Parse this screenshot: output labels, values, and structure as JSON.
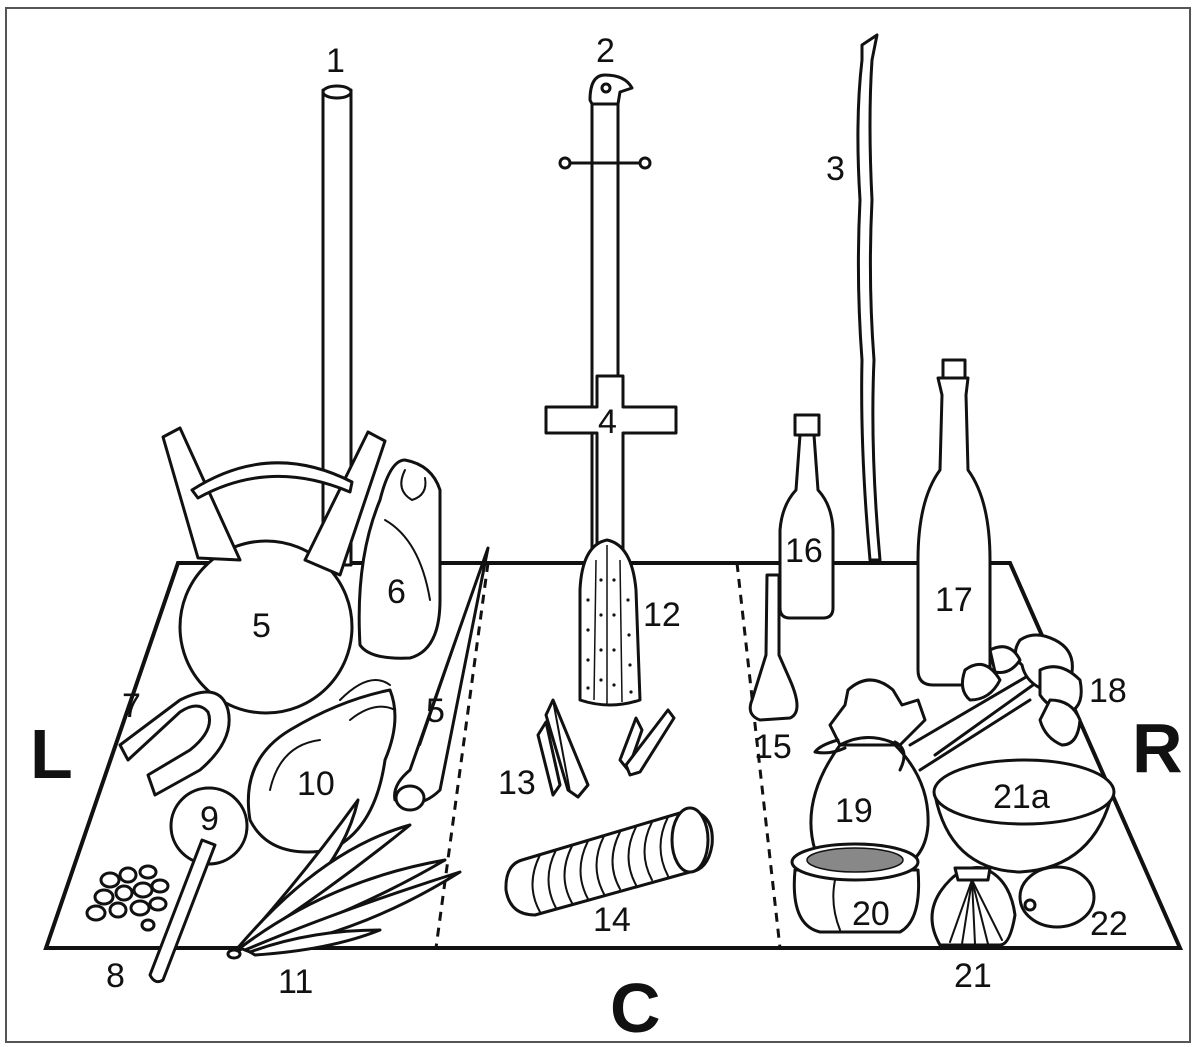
{
  "section_labels": {
    "left": "L",
    "center": "C",
    "right": "R"
  },
  "item_labels": {
    "n1": "1",
    "n2": "2",
    "n3": "3",
    "n4": "4",
    "n5a": "5",
    "n5b": "5",
    "n6": "6",
    "n7": "7",
    "n8": "8",
    "n9": "9",
    "n10": "10",
    "n11": "11",
    "n12": "12",
    "n13": "13",
    "n14": "14",
    "n15": "15",
    "n16": "16",
    "n17": "17",
    "n18": "18",
    "n19": "19",
    "n20": "20",
    "n21": "21",
    "n21a": "21a",
    "n22": "22"
  }
}
